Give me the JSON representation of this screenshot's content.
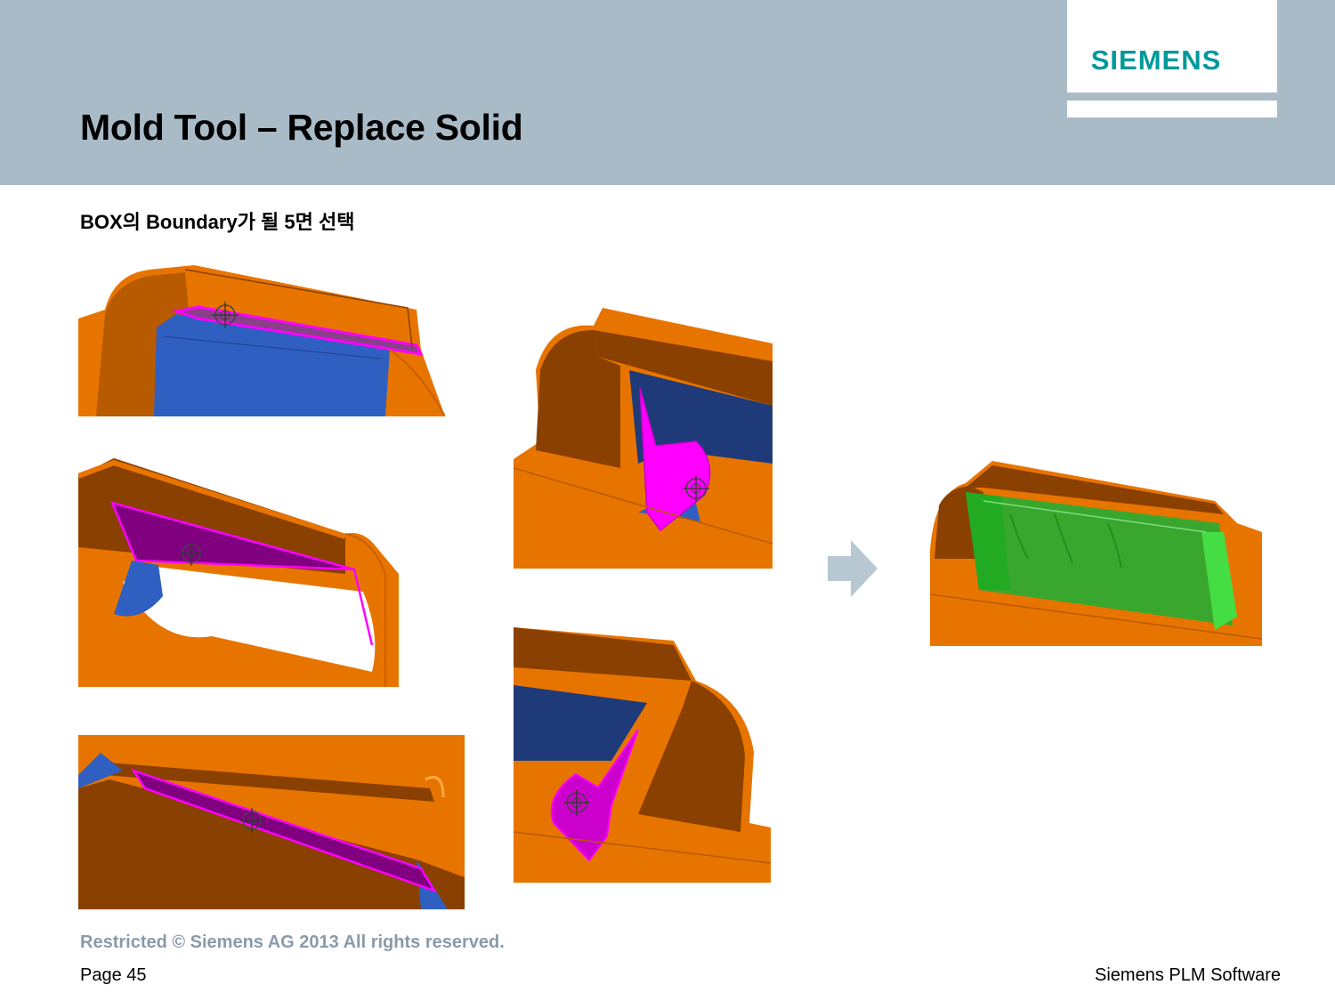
{
  "slide": {
    "title": "Mold Tool – Replace Solid",
    "subtitle": "BOX의 Boundary가 될 5면 선택"
  },
  "logo": {
    "text": "SIEMENS"
  },
  "colors": {
    "header_bg": "#aabbc8",
    "logo_text": "#009999",
    "part_orange": "#e87400",
    "part_dark": "#8a4000",
    "cavity_blue": "#2f5fc0",
    "highlight_magenta": "#ff00ff",
    "selected_face": "#800080",
    "replace_green": "#33cc33",
    "arrow": "#b8c8d2"
  },
  "images": [
    {
      "name": "face-selection-top-1",
      "icon": "target-crosshair-icon"
    },
    {
      "name": "face-selection-top-2",
      "icon": "target-crosshair-icon"
    },
    {
      "name": "face-selection-bottom-1",
      "icon": "target-crosshair-icon"
    },
    {
      "name": "face-selection-bottom-2",
      "icon": "target-crosshair-icon"
    },
    {
      "name": "face-selection-side",
      "icon": "target-crosshair-icon"
    },
    {
      "name": "replace-solid-result"
    }
  ],
  "footer": {
    "restricted": "Restricted © Siemens AG 2013 All rights reserved.",
    "page": "Page 45",
    "company": "Siemens PLM Software"
  }
}
